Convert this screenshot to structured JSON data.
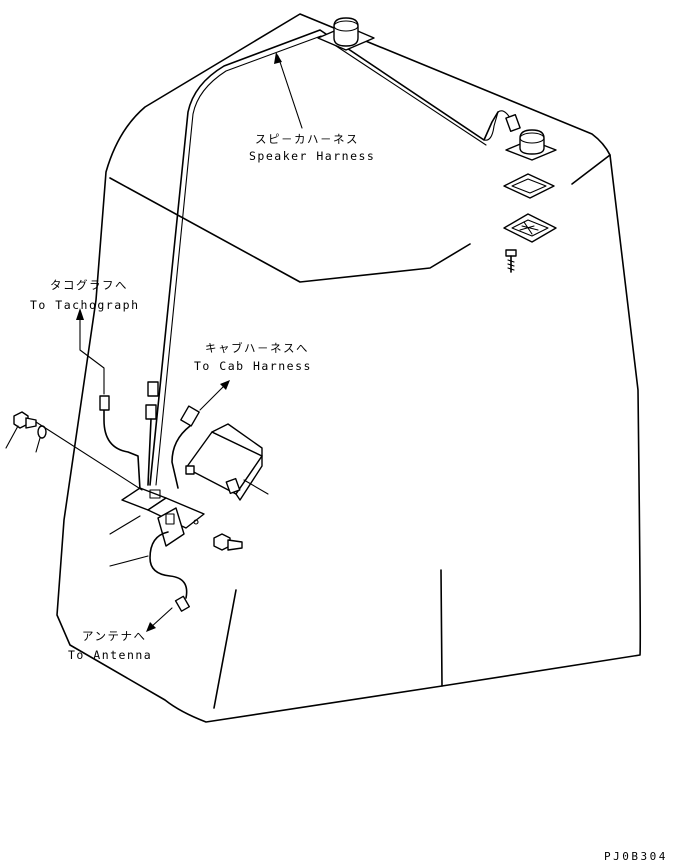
{
  "labels": {
    "speaker_harness_jp": "スピ－カハ－ネス",
    "speaker_harness_en": "Speaker Harness",
    "tachograph_jp": "タコグラフへ",
    "tachograph_en": "To Tachograph",
    "cab_harness_jp": "キャブハ－ネスへ",
    "cab_harness_en": "To Cab Harness",
    "antenna_jp": "アンテナへ",
    "antenna_en": "To Antenna"
  },
  "drawing_code": "PJ0B304"
}
